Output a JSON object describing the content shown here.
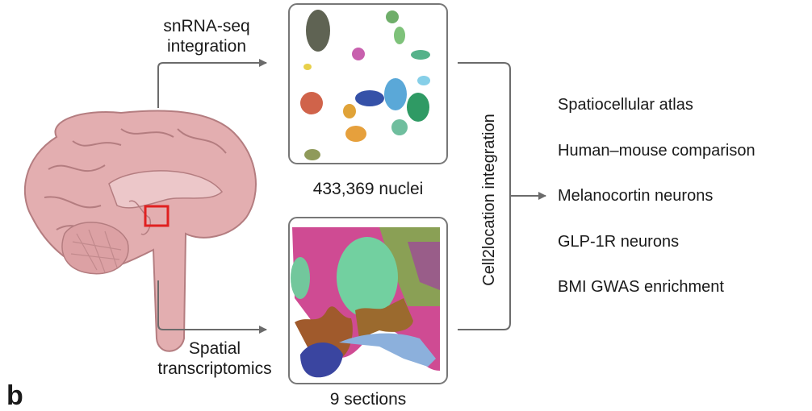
{
  "inputs": {
    "snrna_label": [
      "snRNA-seq",
      "integration"
    ],
    "spatial_label": [
      "Spatial",
      "transcriptomics"
    ]
  },
  "panels": {
    "umap_caption": "433,369 nuclei",
    "spatial_caption": "9 sections"
  },
  "integration_label": "Cell2location integration",
  "outcomes": [
    "Spatiocellular atlas",
    "Human–mouse comparison",
    "Melanocortin neurons",
    "GLP-1R neurons",
    "BMI GWAS enrichment"
  ],
  "panel_letter": "b",
  "colors": {
    "arrow": "#6b6b6b",
    "box_border": "#777777",
    "roi_box": "#e02020",
    "brain_fill": "#e3aeb0"
  }
}
